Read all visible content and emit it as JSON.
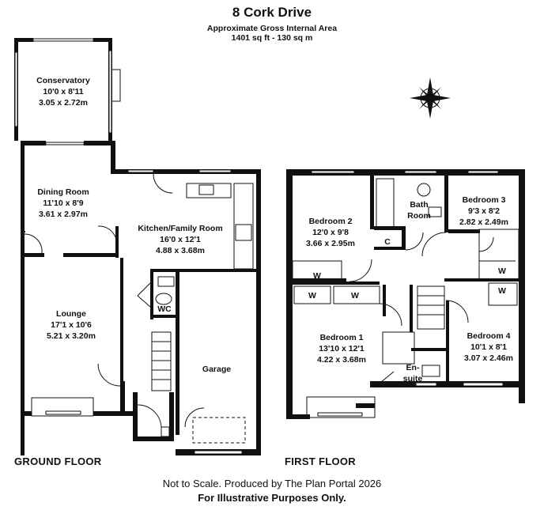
{
  "header": {
    "title": "8 Cork Drive",
    "area_label": "Approximate Gross Internal Area",
    "area_value": "1401 sq ft - 130 sq m"
  },
  "floors": {
    "ground": "GROUND FLOOR",
    "first": "FIRST FLOOR"
  },
  "rooms": {
    "conservatory": {
      "name": "Conservatory",
      "imperial": "10'0 x 8'11",
      "metric": "3.05 x 2.72m"
    },
    "dining": {
      "name": "Dining Room",
      "imperial": "11'10 x 8'9",
      "metric": "3.61 x 2.97m"
    },
    "kitchen": {
      "name": "Kitchen/Family Room",
      "imperial": "16'0 x 12'1",
      "metric": "4.88 x 3.68m"
    },
    "lounge": {
      "name": "Lounge",
      "imperial": "17'1 x 10'6",
      "metric": "5.21 x 3.20m"
    },
    "wc": {
      "name": "WC"
    },
    "garage": {
      "name": "Garage"
    },
    "bedroom2": {
      "name": "Bedroom 2",
      "imperial": "12'0 x 9'8",
      "metric": "3.66 x 2.95m"
    },
    "bathroom": {
      "name1": "Bath",
      "name2": "Room"
    },
    "bedroom3": {
      "name": "Bedroom 3",
      "imperial": "9'3 x 8'2",
      "metric": "2.82 x 2.49m"
    },
    "bedroom1": {
      "name": "Bedroom 1",
      "imperial": "13'10 x 12'1",
      "metric": "4.22 x 3.68m"
    },
    "ensuite": {
      "name1": "En-",
      "name2": "suite"
    },
    "bedroom4": {
      "name": "Bedroom 4",
      "imperial": "10'1 x 8'1",
      "metric": "3.07 x 2.46m"
    },
    "cupboard": {
      "name": "C"
    },
    "wardrobe": {
      "name": "W"
    }
  },
  "footer": {
    "line1": "Not to Scale. Produced by The Plan Portal 2026",
    "line2": "For Illustrative Purposes Only."
  },
  "colors": {
    "wall": "#111111",
    "background": "#ffffff"
  },
  "icons": [
    "compass-rose-icon"
  ]
}
